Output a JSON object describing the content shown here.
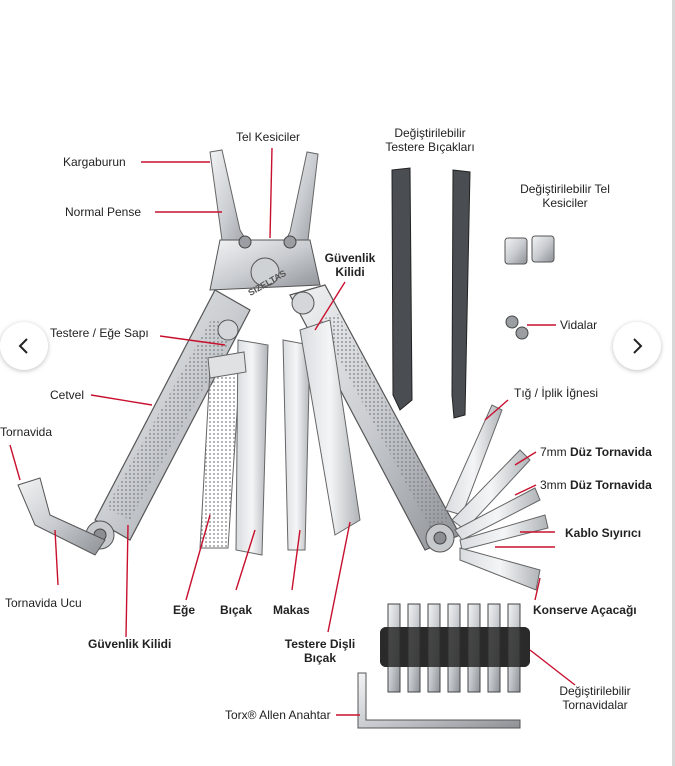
{
  "labels": {
    "kargaburun": "Kargaburun",
    "normal_pense": "Normal Pense",
    "tel_kesiciler": "Tel Kesiciler",
    "degistirilebilir_testere_1": "Değiştirilebilir",
    "degistirilebilir_testere_2": "Testere Bıçakları",
    "degistirilebilir_tel_1": "Değiştirilebilir Tel",
    "degistirilebilir_tel_2": "Kesiciler",
    "guvenlik_kilidi_top_1": "Güvenlik",
    "guvenlik_kilidi_top_2": "Kilidi",
    "testere_ege_sapi": "Testere / Eğe Sapı",
    "vidalar": "Vidalar",
    "cetvel": "Cetvel",
    "tig_iplik_ignesi": "Tığ / İplik İğnesi",
    "tornavida": "Tornavida",
    "duz_7mm_a": "7mm ",
    "duz_7mm_b": "Düz Tornavida",
    "duz_3mm_a": "3mm ",
    "duz_3mm_b": "Düz Tornavida",
    "kablo_siyirici": "Kablo Sıyırıcı",
    "tornavida_ucu": "Tornavida Ucu",
    "ege": "Eğe",
    "bicak": "Bıçak",
    "makas": "Makas",
    "konserve_acacagi": "Konserve Açacağı",
    "guvenlik_kilidi_bottom": "Güvenlik Kilidi",
    "testere_disli_1": "Testere Dişli",
    "testere_disli_2": "Bıçak",
    "degistirilebilir_tornavida_1": "Değiştirilebilir",
    "degistirilebilir_tornavida_2": "Tornavidalar",
    "torx_allen": "Torx® Allen Anahtar"
  },
  "brand": "SIZELTAS",
  "colors": {
    "leader": "#c8102e",
    "steel_light": "#e4e6e8",
    "steel_mid": "#b9bdc1",
    "steel_dark": "#6f7378",
    "bit_holder": "#2a2a2a"
  },
  "icons": {
    "prev": "chevron-left-icon",
    "next": "chevron-right-icon"
  }
}
